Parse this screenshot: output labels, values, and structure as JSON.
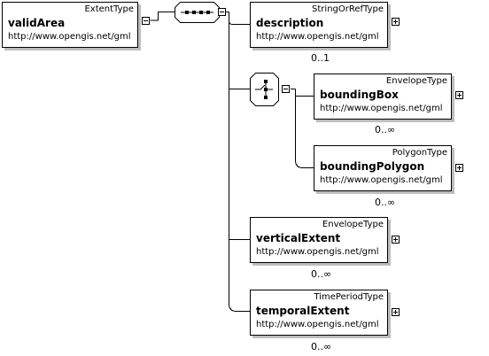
{
  "root": {
    "type": "ExtentType",
    "name": "validArea",
    "namespace": "http://www.opengis.net/gml"
  },
  "compositors": {
    "sequence": "sequence-compositor-icon",
    "choice": "choice-compositor-icon"
  },
  "elements": [
    {
      "id": "description",
      "type": "StringOrRefType",
      "name": "description",
      "namespace": "http://www.opengis.net/gml",
      "cardinality": "0..1"
    },
    {
      "id": "boundingBox",
      "type": "EnvelopeType",
      "name": "boundingBox",
      "namespace": "http://www.opengis.net/gml",
      "cardinality": "0..∞"
    },
    {
      "id": "boundingPolygon",
      "type": "PolygonType",
      "name": "boundingPolygon",
      "namespace": "http://www.opengis.net/gml",
      "cardinality": "0..∞"
    },
    {
      "id": "verticalExtent",
      "type": "EnvelopeType",
      "name": "verticalExtent",
      "namespace": "http://www.opengis.net/gml",
      "cardinality": "0..∞"
    },
    {
      "id": "temporalExtent",
      "type": "TimePeriodType",
      "name": "temporalExtent",
      "namespace": "http://www.opengis.net/gml",
      "cardinality": "0..∞"
    }
  ]
}
